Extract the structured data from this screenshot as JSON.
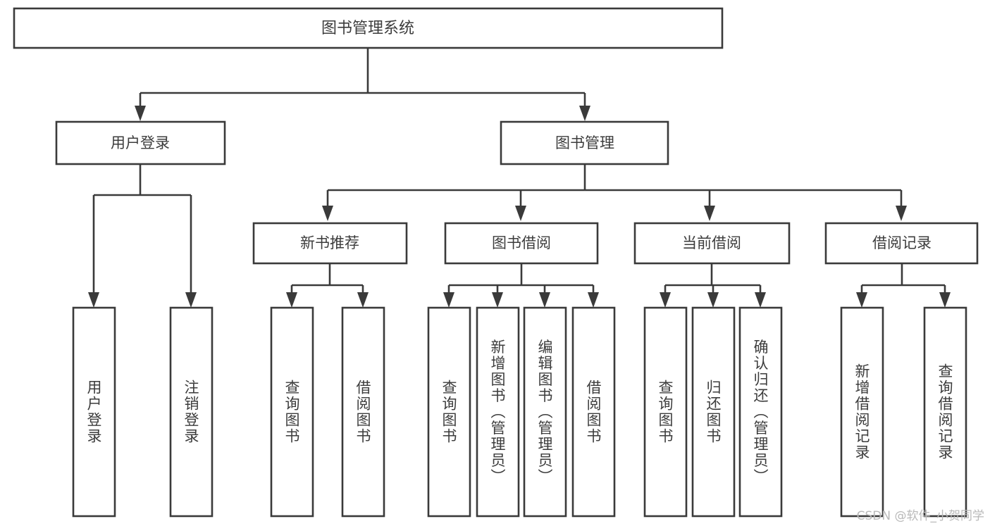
{
  "diagram": {
    "type": "tree-hierarchy-chart",
    "title": "图书管理系统",
    "background_color": "#ffffff",
    "line_color": "#3a3a3a",
    "text_color": "#3c3c3c",
    "root": {
      "label": "图书管理系统"
    },
    "level2": [
      {
        "label": "用户登录"
      },
      {
        "label": "图书管理"
      }
    ],
    "level3": [
      {
        "label": "新书推荐"
      },
      {
        "label": "图书借阅"
      },
      {
        "label": "当前借阅"
      },
      {
        "label": "借阅记录"
      }
    ],
    "leaves": {
      "user_login": [
        "用户登录",
        "注销登录"
      ],
      "new_book_recommend": [
        "查询图书",
        "借阅图书"
      ],
      "book_borrow": [
        "查询图书",
        "新增图书（管理员）",
        "编辑图书（管理员）",
        "借阅图书"
      ],
      "current_borrow": [
        "查询图书",
        "归还图书",
        "确认归还（管理员）"
      ],
      "borrow_record": [
        "新增借阅记录",
        "查询借阅记录"
      ]
    }
  },
  "watermark": {
    "text": "CSDN @软件_小贺同学"
  }
}
